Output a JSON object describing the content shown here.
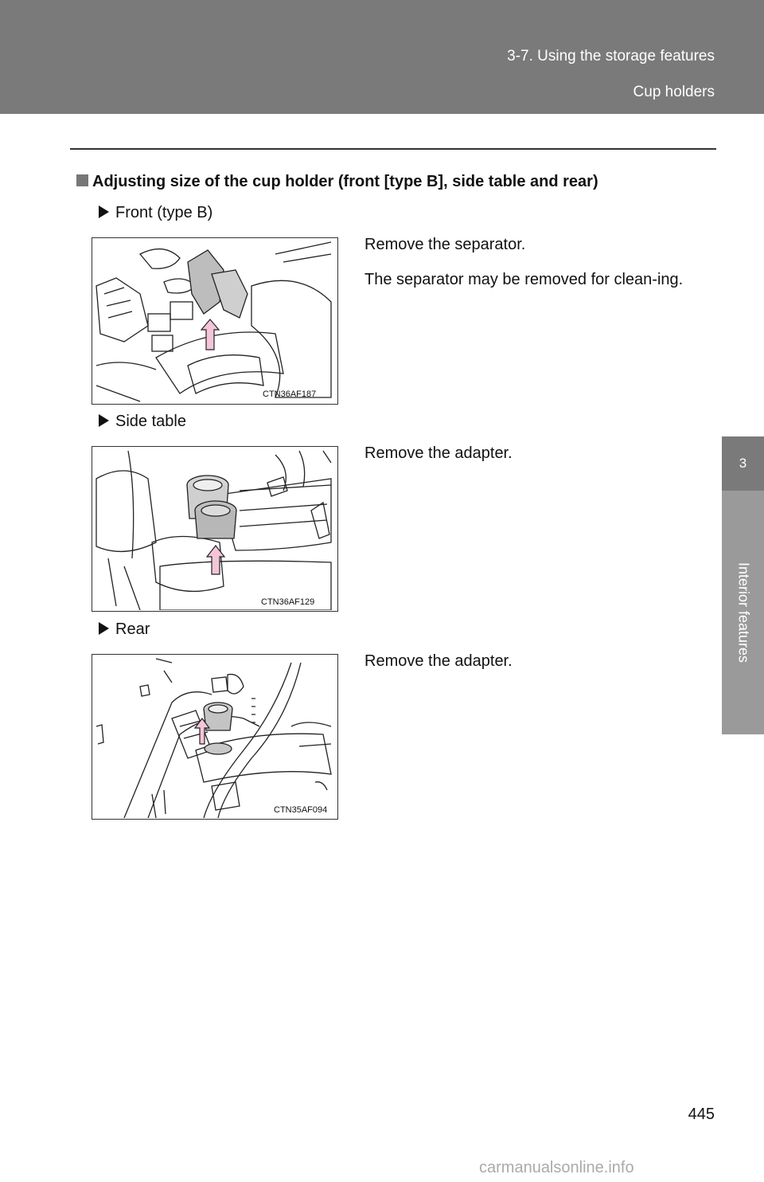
{
  "header": {
    "section": "3-7. Using the storage features",
    "topic": "Cup holders"
  },
  "sidebar": {
    "chapter_number": "3",
    "chapter_title": "Interior features"
  },
  "main": {
    "heading": "Adjusting size of the cup holder (front [type B], side table and rear)",
    "items": [
      {
        "label": "Front (type B)",
        "figure_code": "CTN36AF187",
        "paragraphs": [
          "Remove the separator.",
          "The separator may be removed for clean-ing."
        ]
      },
      {
        "label": "Side table",
        "figure_code": "CTN36AF129",
        "paragraphs": [
          "Remove the adapter."
        ]
      },
      {
        "label": "Rear",
        "figure_code": "CTN35AF094",
        "paragraphs": [
          "Remove the adapter."
        ]
      }
    ]
  },
  "footer": {
    "page_number": "445",
    "watermark": "carmanualsonline.info"
  }
}
